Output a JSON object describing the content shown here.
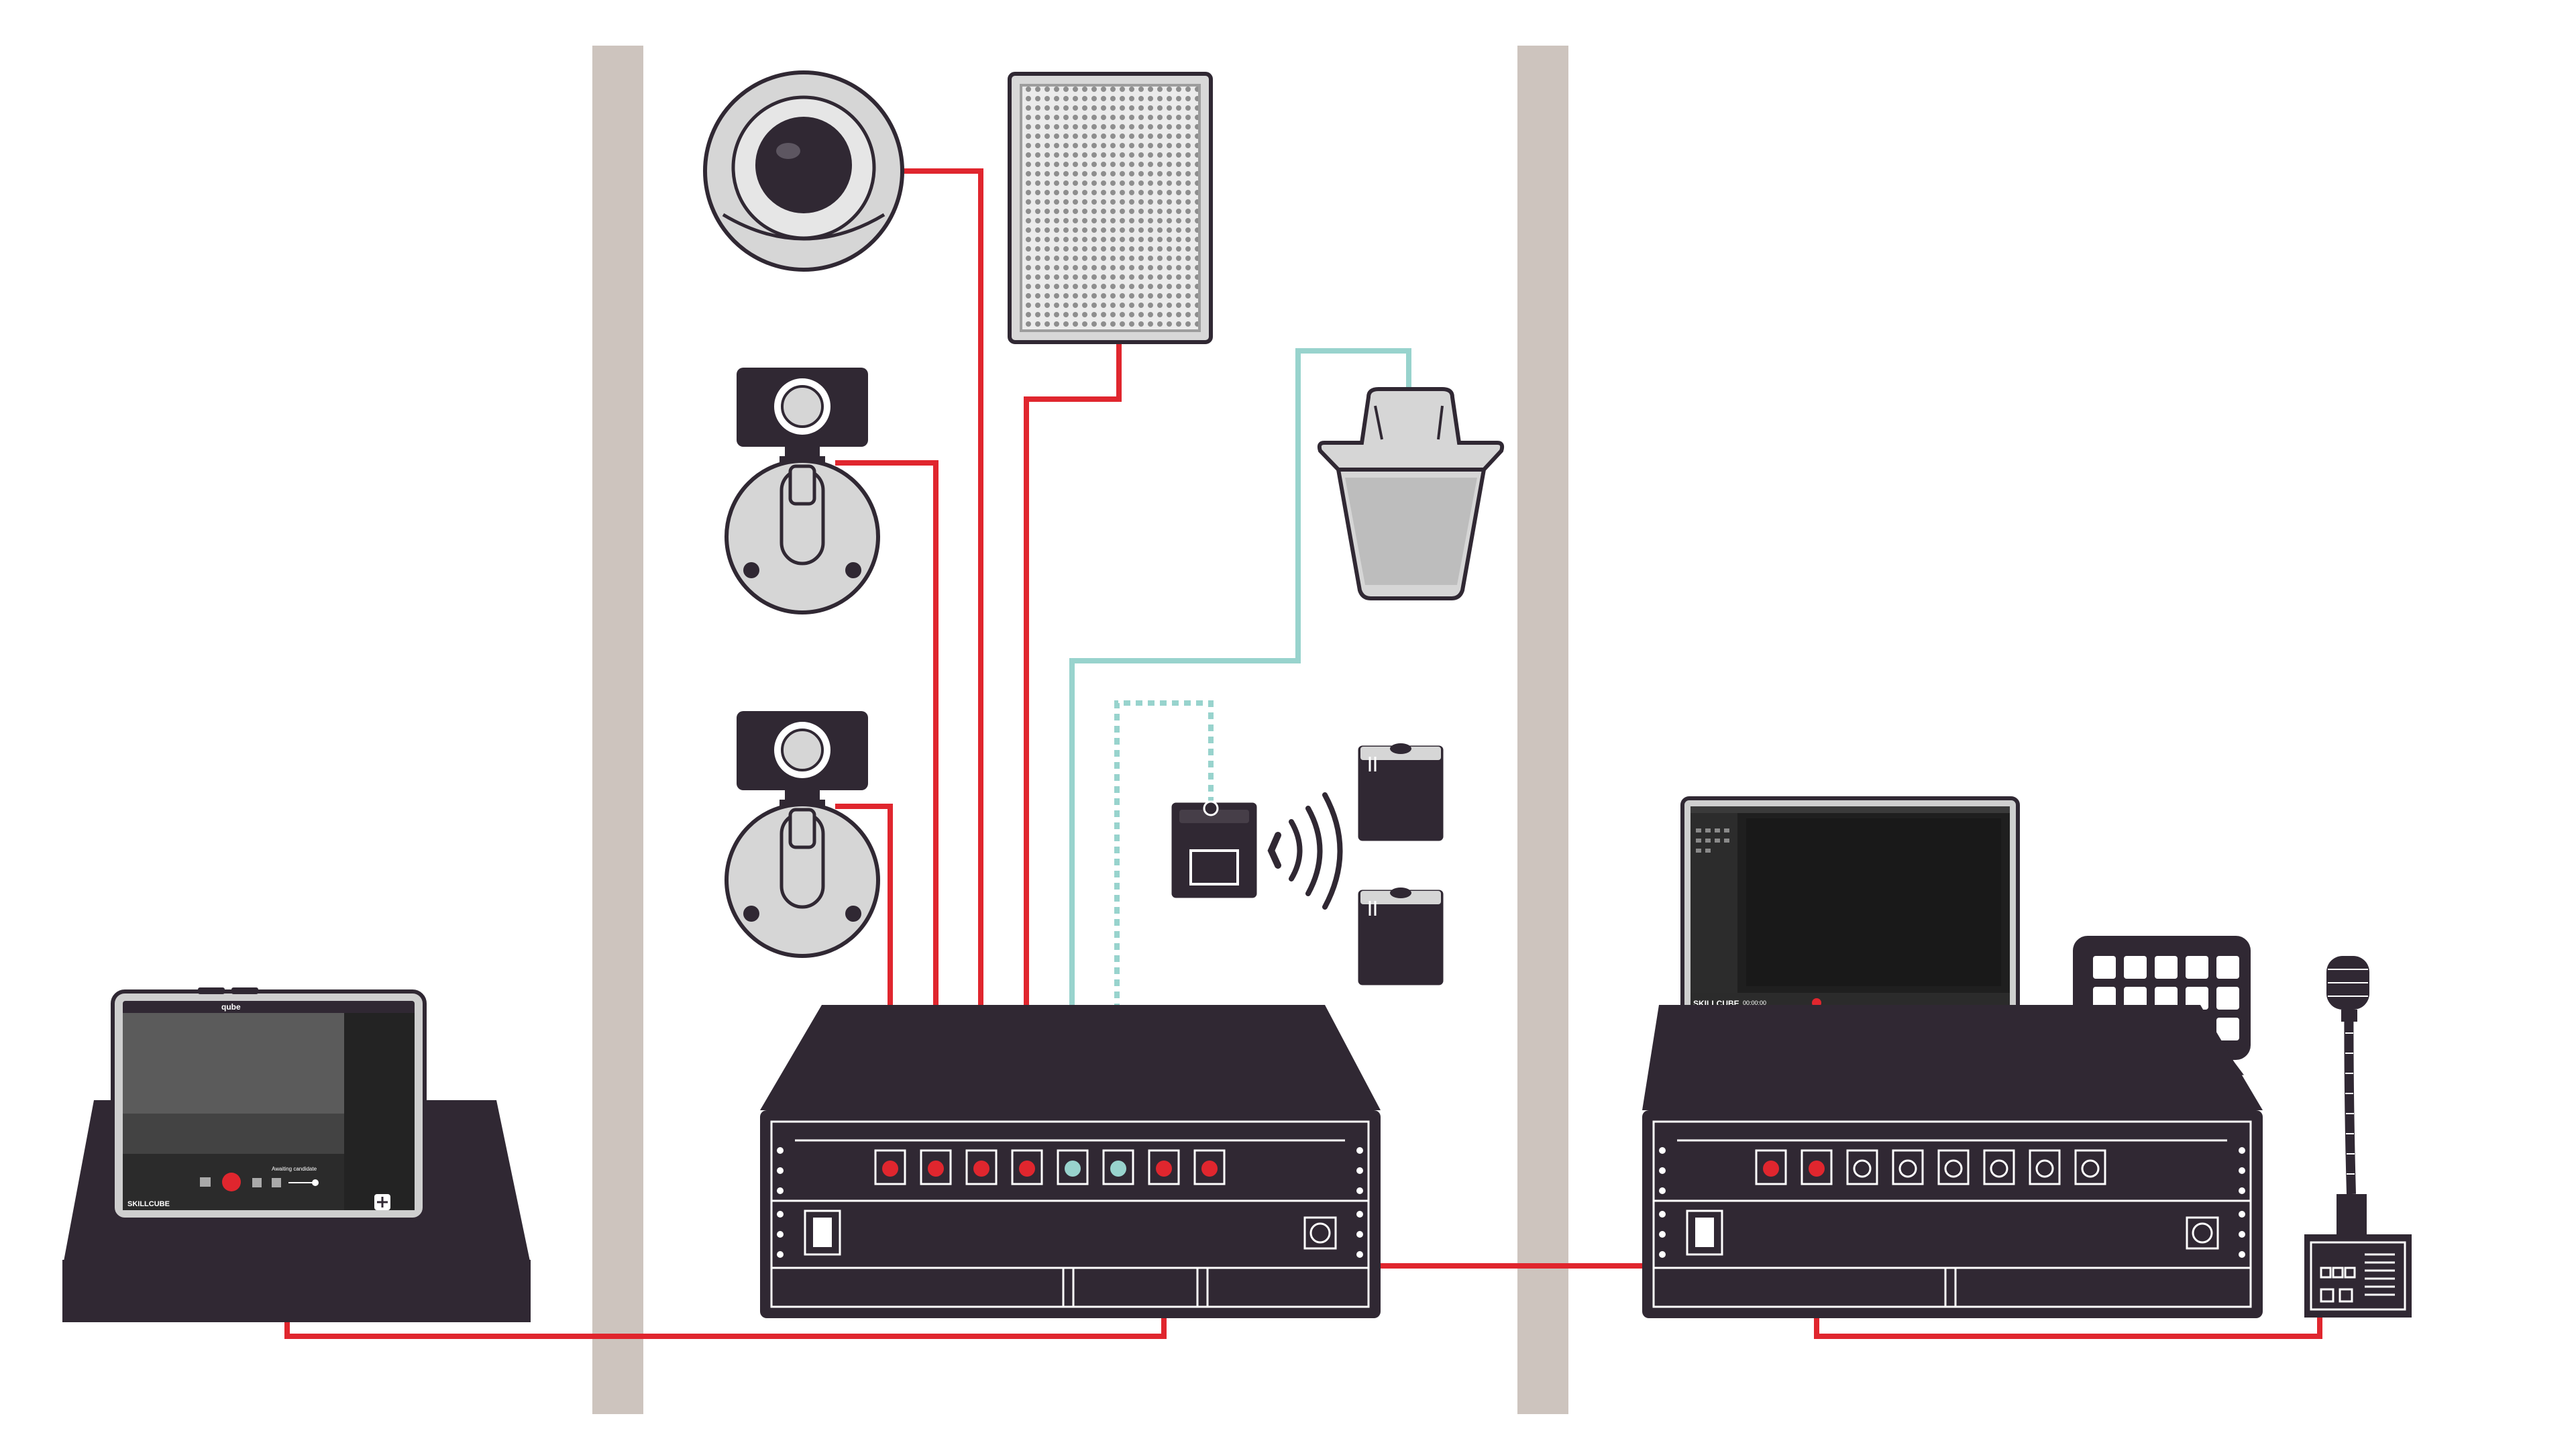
{
  "diagram": {
    "brand_text": "SKILLCUBE",
    "tablet_app_title": "qube",
    "tablet_status_text": "Awaiting candidate",
    "laptop_timecode": "00:00:00"
  },
  "colors": {
    "wall": "#cdc4be",
    "device_dark": "#302833",
    "cable_red": "#e0262e",
    "cable_teal": "#98d3cd",
    "device_light": "#d2d2d2",
    "connector_red": "#e0262e",
    "outline": "#ffffff"
  },
  "icons": [
    "dome-camera-icon",
    "ceiling-speaker-icon",
    "wall-camera-icon",
    "ceiling-microphone-icon",
    "wireless-receiver-icon",
    "wireless-signal-icon",
    "wireless-microphone-icon",
    "tablet-icon",
    "rack-unit-icon",
    "laptop-icon",
    "stream-deck-icon",
    "gooseneck-microphone-icon"
  ]
}
